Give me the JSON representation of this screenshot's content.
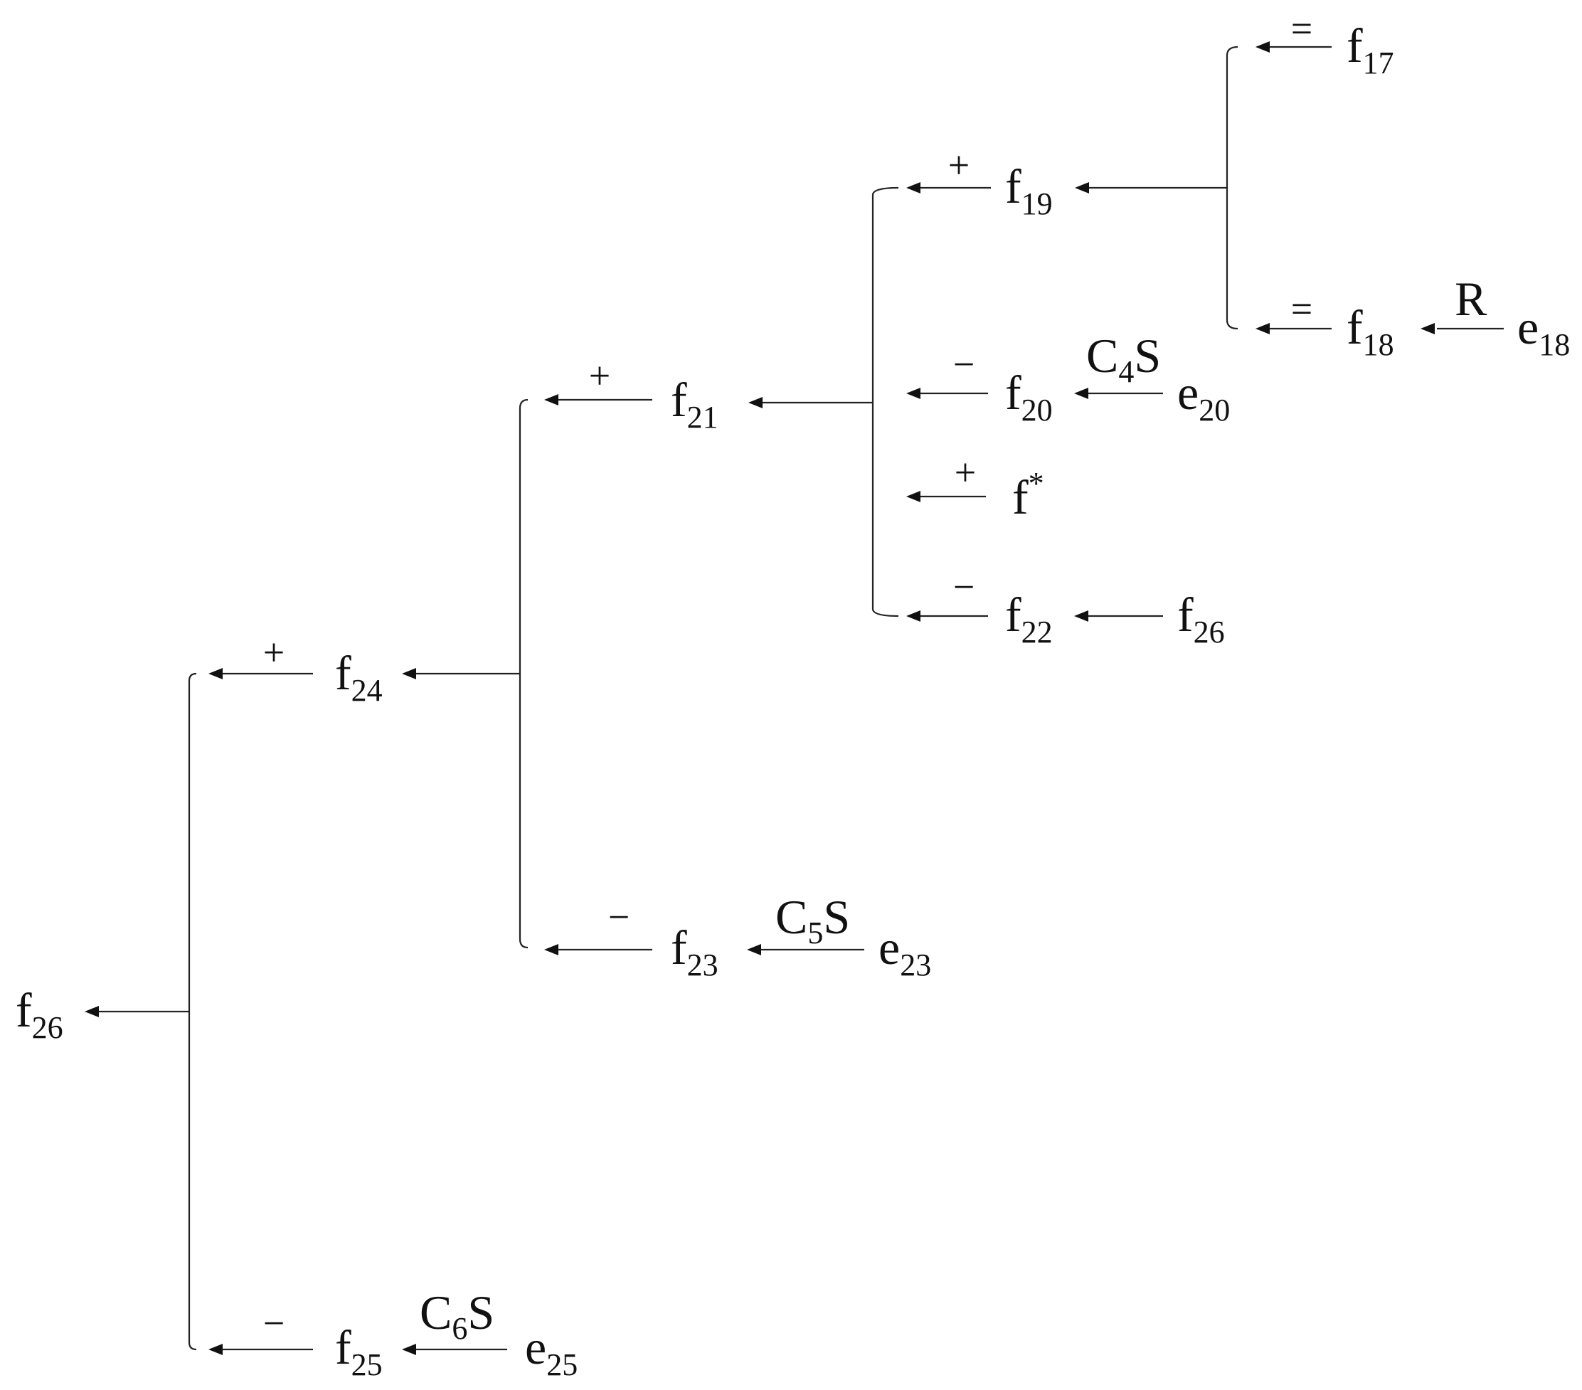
{
  "nodes": {
    "f26_root": {
      "base": "f",
      "sub": "26"
    },
    "f24": {
      "base": "f",
      "sub": "24"
    },
    "f25": {
      "base": "f",
      "sub": "25"
    },
    "e25": {
      "base": "e",
      "sub": "25"
    },
    "f21": {
      "base": "f",
      "sub": "21"
    },
    "f23": {
      "base": "f",
      "sub": "23"
    },
    "e23": {
      "base": "e",
      "sub": "23"
    },
    "f19": {
      "base": "f",
      "sub": "19"
    },
    "f20": {
      "base": "f",
      "sub": "20"
    },
    "e20": {
      "base": "e",
      "sub": "20"
    },
    "fstar": {
      "base": "f",
      "sup": "*"
    },
    "f22": {
      "base": "f",
      "sub": "22"
    },
    "f26_leaf": {
      "base": "f",
      "sub": "26"
    },
    "f17": {
      "base": "f",
      "sub": "17"
    },
    "f18": {
      "base": "f",
      "sub": "18"
    },
    "e18": {
      "base": "e",
      "sub": "18"
    }
  },
  "signs": {
    "f24": "+",
    "f25": "−",
    "f21": "+",
    "f23": "−",
    "f19": "+",
    "f20": "−",
    "fstar": "+",
    "f22": "−",
    "f17": "=",
    "f18": "="
  },
  "operators": {
    "e25_to_f25": {
      "base": "C",
      "sub": "6",
      "tail": "S"
    },
    "e23_to_f23": {
      "base": "C",
      "sub": "5",
      "tail": "S"
    },
    "e20_to_f20": {
      "base": "C",
      "sub": "4",
      "tail": "S"
    },
    "e18_to_f18": {
      "base": "R"
    }
  }
}
